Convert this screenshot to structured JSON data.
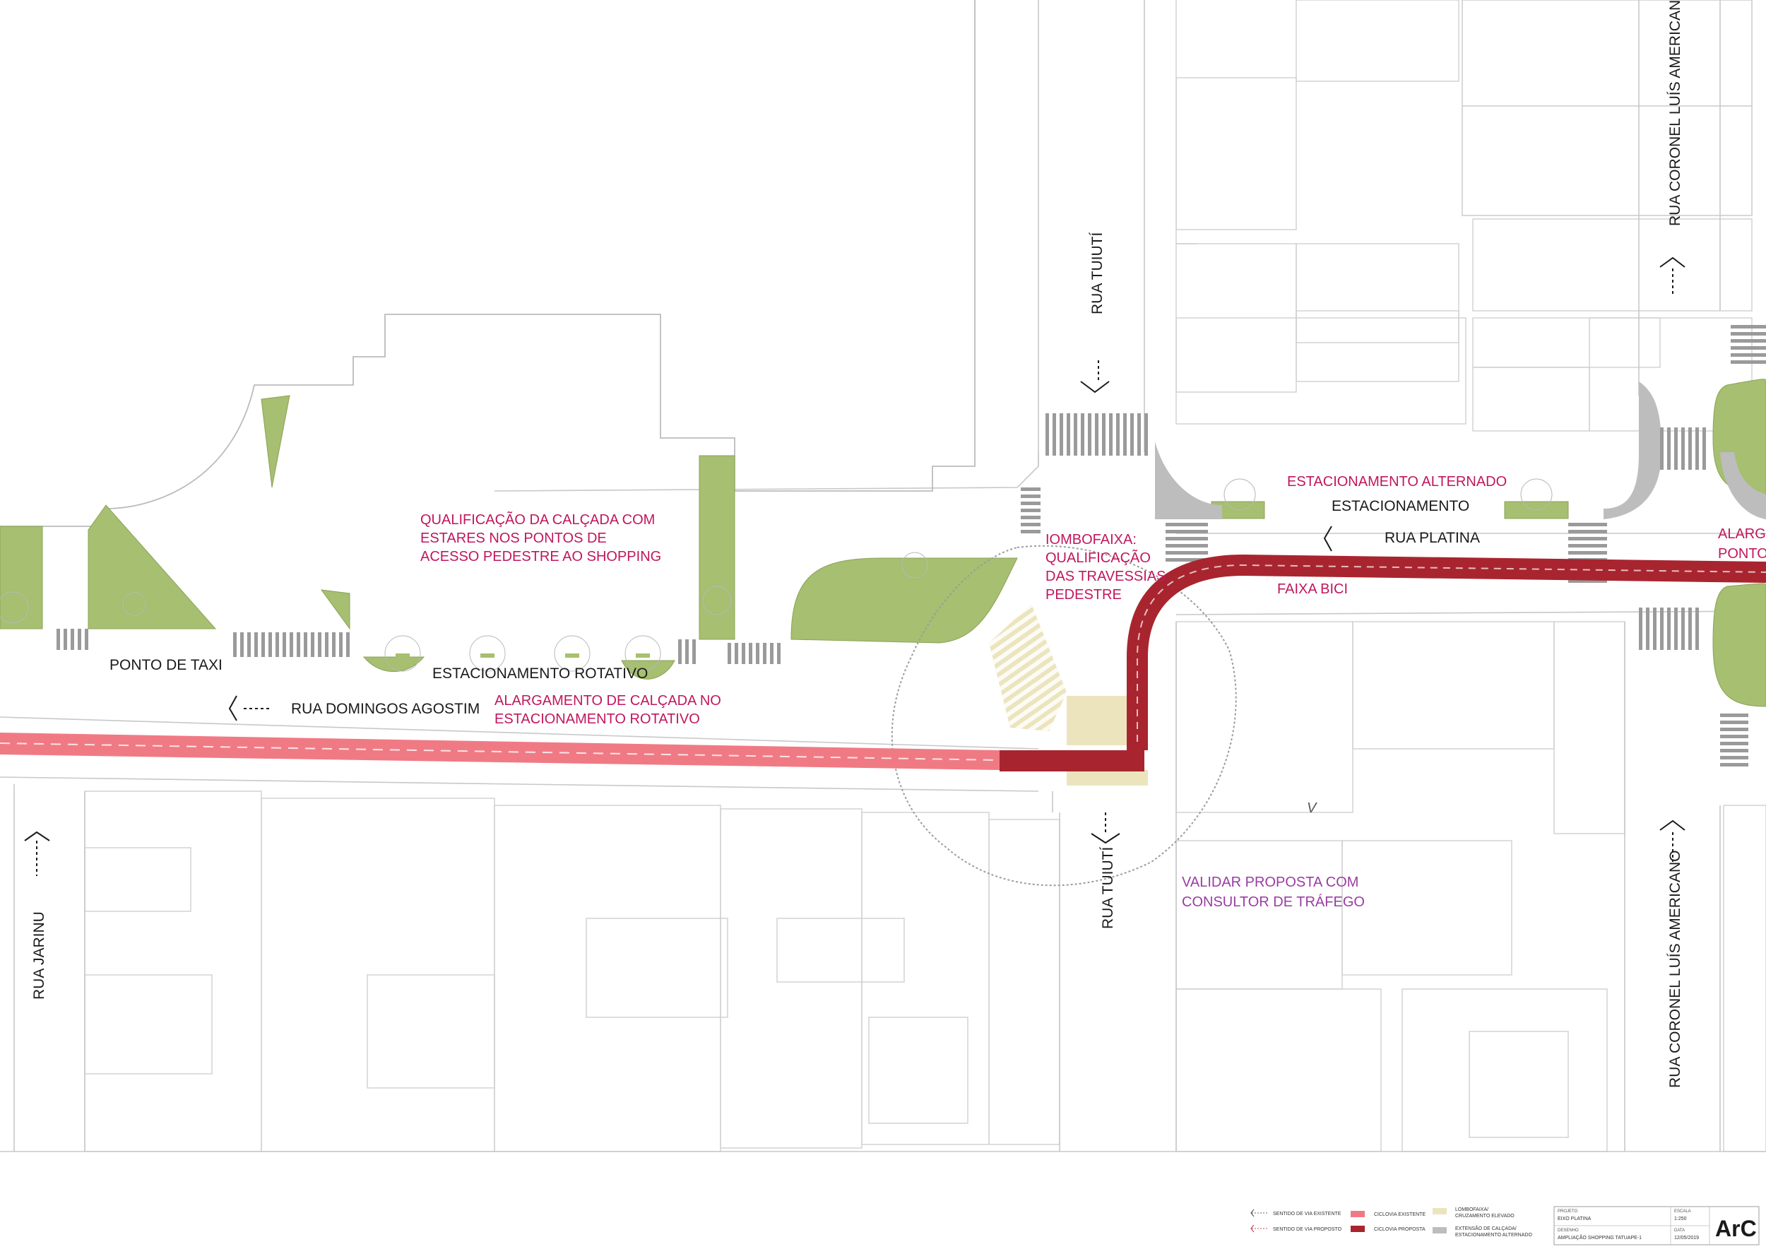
{
  "streets": {
    "rua_tuiuti_north": "RUA TUIUTÍ",
    "rua_tuiuti_south": "RUA TUIUTÍ",
    "rua_platina": "RUA PLATINA",
    "rua_domingos": "RUA DOMINGOS AGOSTIM",
    "rua_jarinu": "RUA JARINU",
    "rua_coronel_north": "RUA CORONEL LUÍS AMERICANO",
    "rua_coronel_south": "RUA CORONEL LUÍS AMERICANO"
  },
  "annotations": {
    "qualificacao": [
      "QUALIFICAÇÃO DA CALÇADA COM",
      "ESTARES NOS PONTOS DE",
      "ACESSO PEDESTRE AO SHOPPING"
    ],
    "iombofaixa": [
      "IOMBOFAIXA:",
      "QUALIFICAÇÃO",
      "DAS TRAVESSIAS",
      "PEDESTRE"
    ],
    "alargamento": [
      "ALARGAMENTO DE CALÇADA NO",
      "ESTACIONAMENTO ROTATIVO"
    ],
    "estacionamento_alternado": "ESTACIONAMENTO ALTERNADO",
    "faixa_bici": "FAIXA BICI",
    "validar": [
      "VALIDAR PROPOSTA COM",
      "CONSULTOR DE TRÁFEGO"
    ],
    "alarga_cut": [
      "ALARGA",
      "PONTO"
    ]
  },
  "labels": {
    "ponto_taxi": "PONTO DE TAXI",
    "estacionamento_rotativo": "ESTACIONAMENTO ROTATIVO",
    "estacionamento": "ESTACIONAMENTO",
    "v_mark": "V"
  },
  "legend": {
    "sentido_existente": "SENTIDO DE VIA EXISTENTE",
    "sentido_proposto": "SENTIDO DE VIA PROPOSTO",
    "ciclovia_existente": "CICLOVIA EXISTENTE",
    "ciclovia_proposta": "CICLOVIA PROPOSTA",
    "lombofaixa": [
      "LOMBOFAIXA/",
      "CRUZAMENTO ELEVADO"
    ],
    "extensao": [
      "EXTENSÃO DE CALÇADA/",
      "ESTACIONAMENTO ALTERNADO"
    ]
  },
  "title_block": {
    "projeto_label": "PROJETO",
    "projeto": "EIXO PLATINA",
    "escala_label": "ESCALA",
    "escala": "1:250",
    "desenho_label": "DESENHO",
    "desenho": "AMPLIAÇÃO SHOPPING TATUAPE-1",
    "data_label": "DATA",
    "data": "12/05/2019",
    "logo": "ArC"
  },
  "colors": {
    "ciclovia_existente": "#f07a84",
    "ciclovia_proposta": "#a8252f",
    "lombofaixa": "#ece4bd",
    "extensao": "#bdbdbd",
    "green": "#a6bf70",
    "annotation": "#c0175d"
  }
}
